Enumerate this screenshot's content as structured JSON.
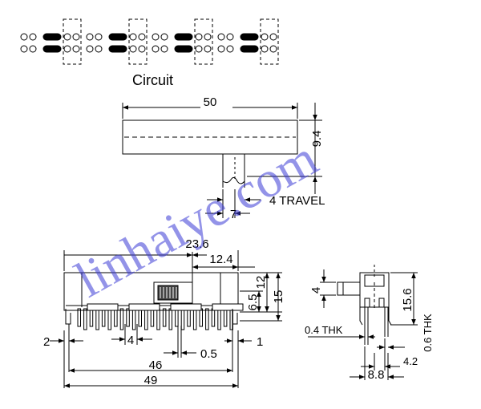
{
  "circuit": {
    "label": "Circuit"
  },
  "top_view": {
    "width_label": "50",
    "height_label": "9.4",
    "stem_label": "7",
    "travel_label": "4 TRAVEL"
  },
  "front_view": {
    "d_23_6": "23.6",
    "d_12_4": "12.4",
    "d_12": "12",
    "d_15": "15",
    "d_6_5": "6.5",
    "d_2": "2",
    "d_4": "4",
    "d_0_5": "0.5",
    "d_1": "1",
    "d_46": "46",
    "d_49": "49"
  },
  "side_view": {
    "d_4": "4",
    "d_15_6": "15.6",
    "thk_04": "0.4 THK",
    "thk_06": "0.6 THK",
    "d_4_2": "4.2",
    "d_8_8": "8.8"
  },
  "watermark": "linhaiye.com"
}
